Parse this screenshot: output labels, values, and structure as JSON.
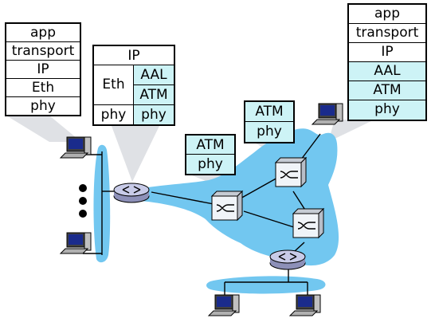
{
  "host_stack_left": [
    "app",
    "transport",
    "IP",
    "Eth",
    "phy"
  ],
  "router_stack": {
    "top": "IP",
    "eth_label": "Eth",
    "aal_label": "AAL",
    "atm_label": "ATM",
    "phy_left": "phy",
    "phy_right": "phy"
  },
  "switch_stack_middle": [
    "ATM",
    "phy"
  ],
  "switch_stack_upper": [
    "ATM",
    "phy"
  ],
  "host_stack_right": [
    "app",
    "transport",
    "IP",
    "AAL",
    "ATM",
    "phy"
  ],
  "colors": {
    "network_fill": "#72c7f0",
    "stack_cyan": "#cdf3f6",
    "router_fill": "#c8cbe8",
    "switch_fill": "#f0f4f8"
  },
  "icons": [
    "computer-icon",
    "router-icon",
    "atm-switch-icon"
  ]
}
